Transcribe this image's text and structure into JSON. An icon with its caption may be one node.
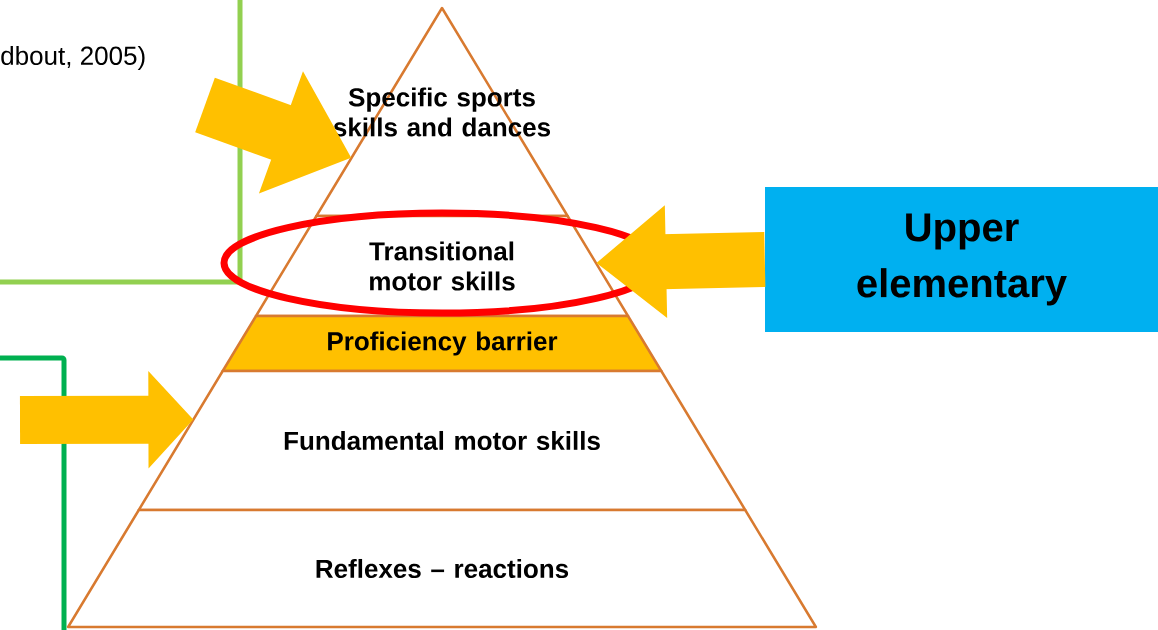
{
  "diagram": {
    "nodes": [
      {
        "text": [
          "Specific sports skills and dances"
        ]
      },
      {
        "text": [
          "Transitional motor skills"
        ]
      },
      {
        "text": [
          "Proficiency barrier"
        ]
      },
      {
        "text": [
          "Fundamental motor skills"
        ]
      },
      {
        "text": [
          "Reflexes – reactions"
        ]
      },
      {
        "text": [
          "Upper elementary"
        ]
      }
    ],
    "edges": [
      {
        "from": null,
        "to": 0,
        "arrow": "to"
      },
      {
        "from": 5,
        "to": 1,
        "arrow": "to"
      },
      {
        "from": null,
        "to": 3,
        "arrow": "to"
      }
    ],
    "labels": [
      "dbout, 2005)"
    ]
  }
}
